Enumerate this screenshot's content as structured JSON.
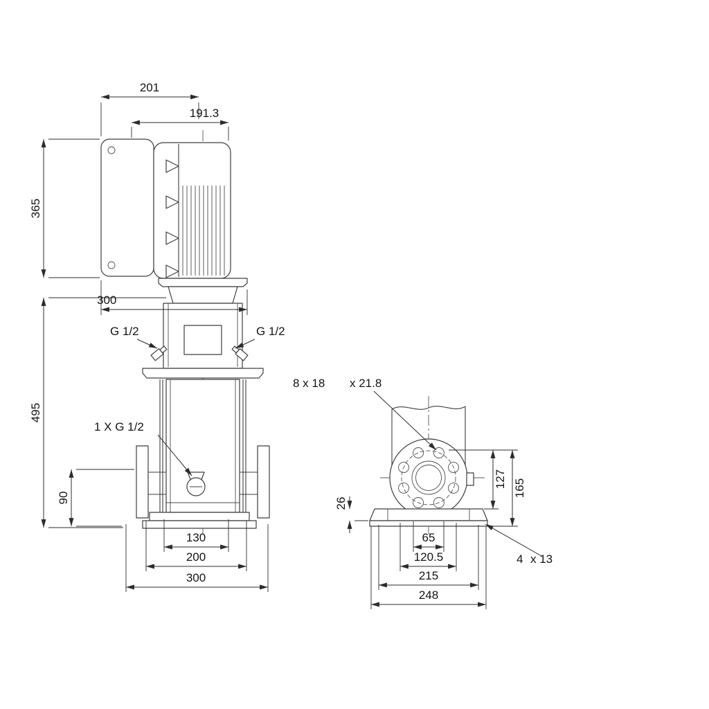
{
  "drawing": {
    "kind": "pump-dimensional-drawing",
    "side": {
      "dims": {
        "top_width": "201",
        "motor_width": "191.3",
        "motor_height": "365",
        "head_width": "300",
        "pump_height": "495",
        "port_height": "90",
        "port_left": "G 1/2",
        "port_right": "G 1/2",
        "drain": "1 X G 1/2",
        "bore": "130",
        "flange_span": "200",
        "base_width": "300"
      }
    },
    "front": {
      "dims": {
        "bolt_holes": "8 x 18",
        "bolt_depth": "x 21.8",
        "base_height": "26",
        "center_height": "127",
        "top_height": "165",
        "span_inner": "65",
        "span_outer": "120.5",
        "base_length": "215",
        "base_total": "248",
        "hole_count": "4",
        "hole_size": "x 13"
      }
    }
  }
}
